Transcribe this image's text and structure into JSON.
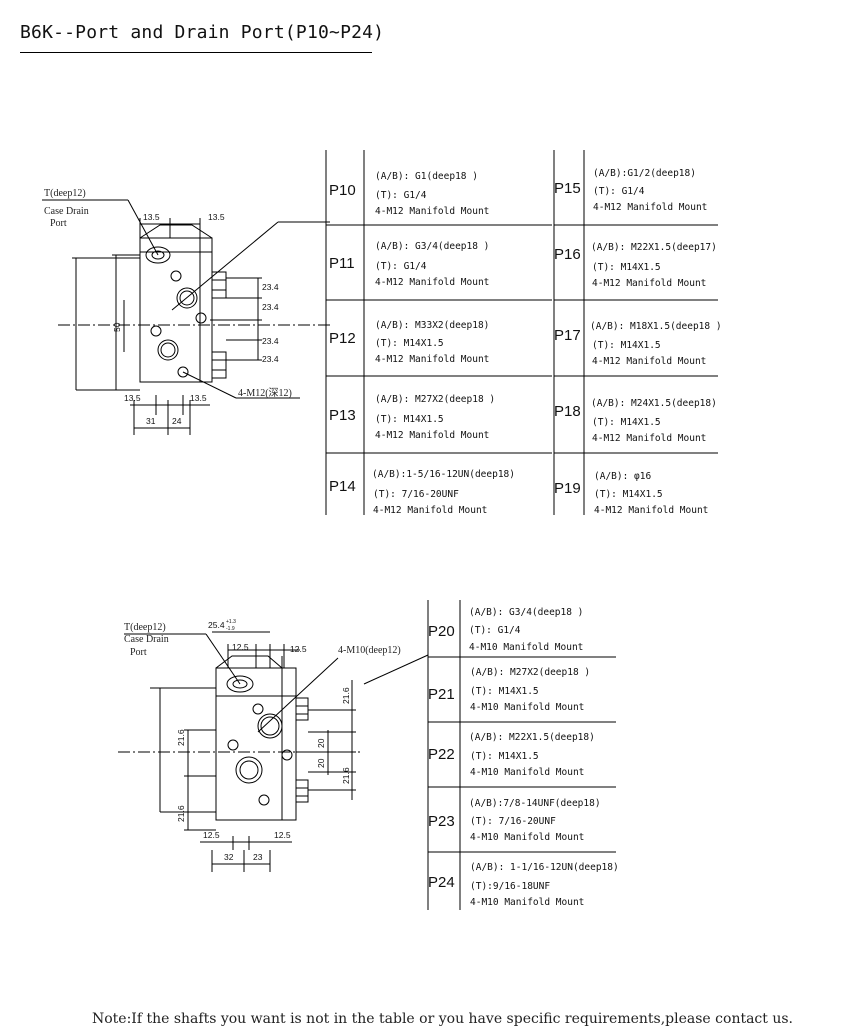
{
  "title": "B6K--Port and Drain Port(P10~P24)",
  "note": "Note:If the shafts you want is not in the table or you have specific requirements,please contact us.",
  "drawing1": {
    "labels": {
      "drain_line1": "T(deep12)",
      "drain_line2": "Case Drain",
      "drain_line3": "Port",
      "mount": "4-M12(深12)"
    },
    "dims": {
      "top_left": "13.5",
      "top_right": "13.5",
      "right_1": "23.4",
      "right_2": "23.4",
      "right_3": "23.4",
      "right_4": "23.4",
      "height": "50",
      "bottom_left": "13.5",
      "bottom_right": "13.5",
      "bottom_31": "31",
      "bottom_24": "24"
    }
  },
  "drawing2": {
    "labels": {
      "drain_line1": "T(deep12)",
      "drain_line2": "Case Drain",
      "drain_line3": "Port",
      "mount": "4-M10(deep12)",
      "tol_value": "25.4",
      "tol_upper": "+1.3",
      "tol_lower": "-1.9"
    },
    "dims": {
      "top_left": "12.5",
      "top_right": "12.5",
      "right_216a": "21.6",
      "right_20a": "20",
      "right_20b": "20",
      "right_216b": "21.6",
      "left_216a": "21.6",
      "left_216b": "21.6",
      "bottom_left": "12.5",
      "bottom_right": "12.5",
      "bottom_32": "32",
      "bottom_23": "23"
    }
  },
  "table1_left": [
    {
      "code": "P10",
      "ab": "(A/B): G1(deep18 )",
      "t": "(T): G1/4",
      "mount": "4-M12 Manifold Mount"
    },
    {
      "code": "P11",
      "ab": "(A/B): G3/4(deep18 )",
      "t": "(T): G1/4",
      "mount": "4-M12 Manifold Mount"
    },
    {
      "code": "P12",
      "ab": "(A/B): M33X2(deep18)",
      "t": "(T): M14X1.5",
      "mount": "4-M12 Manifold Mount"
    },
    {
      "code": "P13",
      "ab": "(A/B): M27X2(deep18 )",
      "t": "(T): M14X1.5",
      "mount": "4-M12 Manifold Mount"
    },
    {
      "code": "P14",
      "ab": "(A/B):1-5/16-12UN(deep18)",
      "t": "(T): 7/16-20UNF",
      "mount": "4-M12 Manifold Mount"
    }
  ],
  "table1_right": [
    {
      "code": "P15",
      "ab": "(A/B):G1/2(deep18)",
      "t": "(T): G1/4",
      "mount": "4-M12 Manifold Mount"
    },
    {
      "code": "P16",
      "ab": "(A/B): M22X1.5(deep17)",
      "t": "(T): M14X1.5",
      "mount": "4-M12 Manifold Mount"
    },
    {
      "code": "P17",
      "ab": "(A/B): M18X1.5(deep18 )",
      "t": "(T): M14X1.5",
      "mount": "4-M12 Manifold Mount"
    },
    {
      "code": "P18",
      "ab": "(A/B): M24X1.5(deep18)",
      "t": "(T): M14X1.5",
      "mount": "4-M12 Manifold Mount"
    },
    {
      "code": "P19",
      "ab": "(A/B): φ16",
      "t": "(T): M14X1.5",
      "mount": "4-M12 Manifold Mount"
    }
  ],
  "table2": [
    {
      "code": "P20",
      "ab": "(A/B): G3/4(deep18 )",
      "t": "(T): G1/4",
      "mount": "4-M10 Manifold Mount"
    },
    {
      "code": "P21",
      "ab": "(A/B): M27X2(deep18 )",
      "t": "(T): M14X1.5",
      "mount": "4-M10 Manifold Mount"
    },
    {
      "code": "P22",
      "ab": "(A/B): M22X1.5(deep18)",
      "t": "(T): M14X1.5",
      "mount": "4-M10 Manifold Mount"
    },
    {
      "code": "P23",
      "ab": "(A/B):7/8-14UNF(deep18)",
      "t": "(T): 7/16-20UNF",
      "mount": "4-M10 Manifold Mount"
    },
    {
      "code": "P24",
      "ab": "(A/B): 1-1/16-12UN(deep18)",
      "t": "(T):9/16-18UNF",
      "mount": "4-M10 Manifold Mount"
    }
  ]
}
